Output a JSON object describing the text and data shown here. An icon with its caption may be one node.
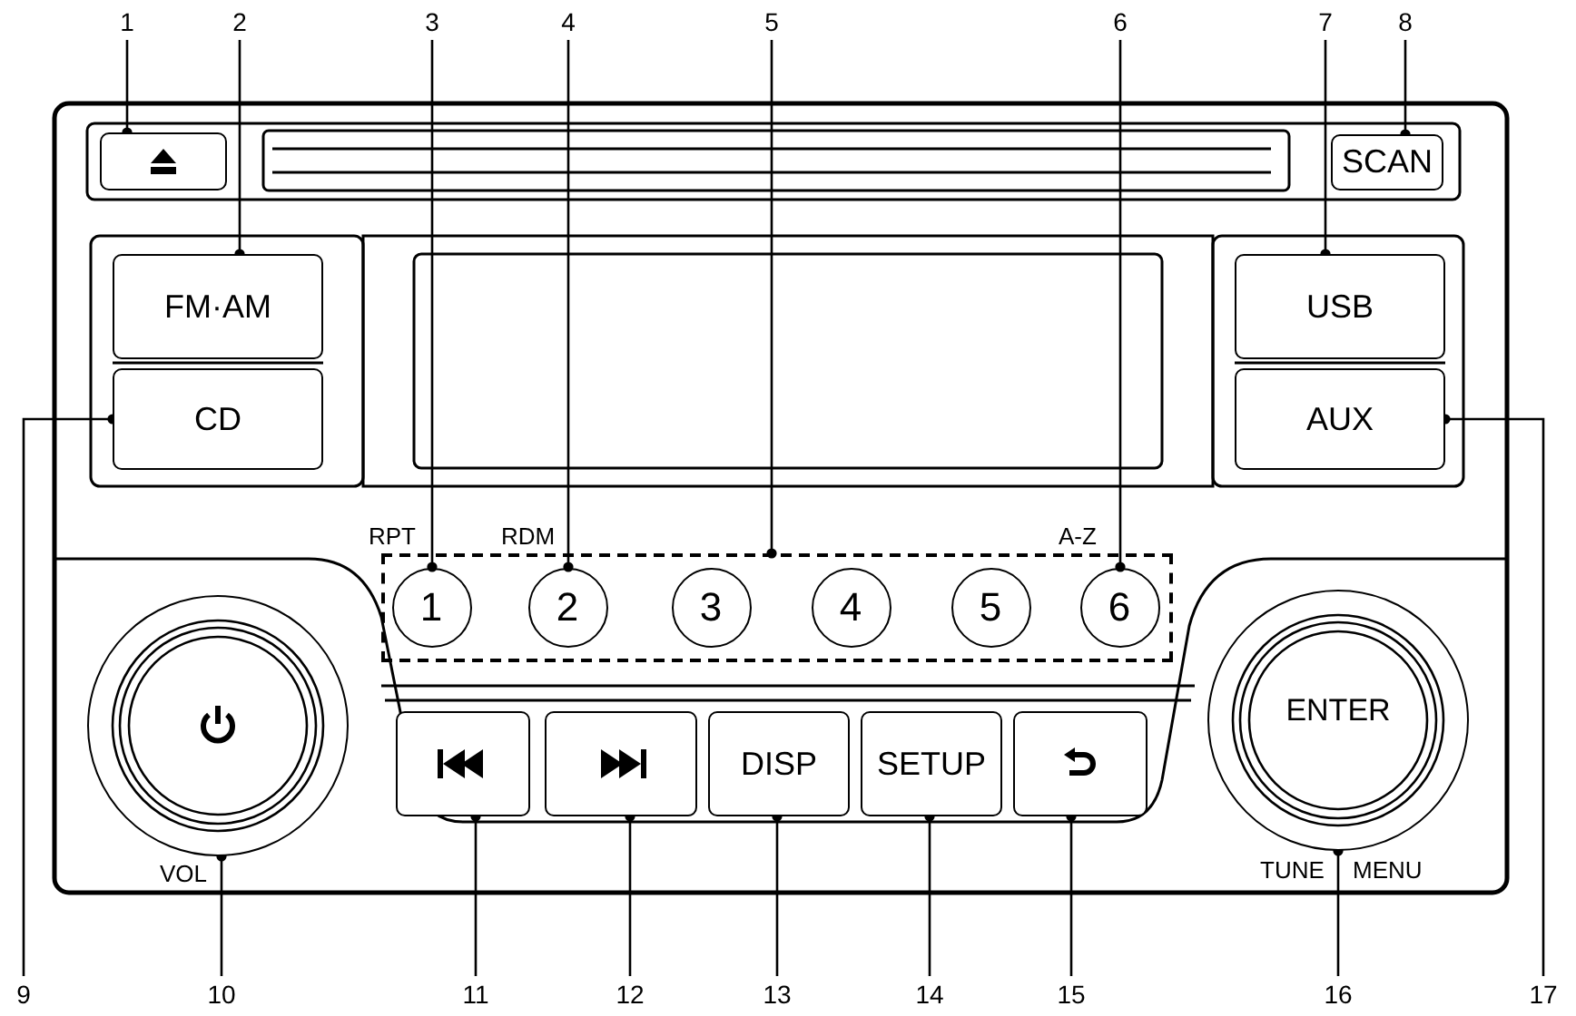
{
  "diagram": {
    "nodes": [
      {
        "text": [
          "1"
        ]
      },
      {
        "text": [
          "2"
        ]
      },
      {
        "text": [
          "3"
        ]
      },
      {
        "text": [
          "4"
        ]
      },
      {
        "text": [
          "5"
        ]
      },
      {
        "text": [
          "6"
        ]
      },
      {
        "text": [
          "7"
        ]
      },
      {
        "text": [
          "8"
        ]
      },
      {
        "text": [
          "9"
        ]
      },
      {
        "text": [
          "10"
        ]
      },
      {
        "text": [
          "11"
        ]
      },
      {
        "text": [
          "12"
        ]
      },
      {
        "text": [
          "13"
        ]
      },
      {
        "text": [
          "14"
        ]
      },
      {
        "text": [
          "15"
        ]
      },
      {
        "text": [
          "16"
        ]
      },
      {
        "text": [
          "17"
        ]
      },
      {
        "text": [],
        "shape": "box"
      },
      {
        "text": [
          "FM·AM"
        ]
      },
      {
        "text": [
          "CD"
        ]
      },
      {
        "text": [
          "SCAN"
        ]
      },
      {
        "text": [
          "USB"
        ]
      },
      {
        "text": [
          "AUX"
        ]
      },
      {
        "text": [],
        "shape": "box"
      },
      {
        "text": [
          "1"
        ],
        "in": 23,
        "beside": [
          "RPT"
        ]
      },
      {
        "text": [
          "2"
        ],
        "in": 23,
        "beside": [
          "RDM"
        ]
      },
      {
        "text": [
          "3"
        ],
        "in": 23
      },
      {
        "text": [
          "4"
        ],
        "in": 23
      },
      {
        "text": [
          "5"
        ],
        "in": 23
      },
      {
        "text": [
          "6"
        ],
        "in": 23,
        "beside": [
          "A-Z"
        ]
      },
      {
        "text": [],
        "shape": "circle",
        "beside": [
          "VOL"
        ]
      },
      {
        "text": [],
        "shape": "box"
      },
      {
        "text": [],
        "shape": "box"
      },
      {
        "text": [
          "DISP"
        ]
      },
      {
        "text": [
          "SETUP"
        ]
      },
      {
        "text": [],
        "shape": "box"
      },
      {
        "text": [
          "ENTER"
        ],
        "beside": [
          "TUNE MENU"
        ]
      }
    ],
    "edges": [
      {
        "from": 0,
        "to": 17,
        "arrow": "other"
      },
      {
        "from": 1,
        "to": 18,
        "arrow": "other"
      },
      {
        "from": 2,
        "to": 24,
        "arrow": "other"
      },
      {
        "from": 3,
        "to": 25,
        "arrow": "other"
      },
      {
        "from": 4,
        "to": 23,
        "arrow": "other"
      },
      {
        "from": 5,
        "to": 29,
        "arrow": "other"
      },
      {
        "from": 6,
        "to": 21,
        "arrow": "other"
      },
      {
        "from": 7,
        "to": 20,
        "arrow": "other"
      },
      {
        "from": 8,
        "to": 19,
        "arrow": "other"
      },
      {
        "from": 9,
        "to": 30,
        "arrow": "other"
      },
      {
        "from": 10,
        "to": 31,
        "arrow": "other"
      },
      {
        "from": 11,
        "to": 32,
        "arrow": "other"
      },
      {
        "from": 12,
        "to": 33,
        "arrow": "other"
      },
      {
        "from": 13,
        "to": 34,
        "arrow": "other"
      },
      {
        "from": 14,
        "to": 35,
        "arrow": "other"
      },
      {
        "from": 15,
        "to": 36,
        "arrow": "other"
      },
      {
        "from": 16,
        "to": 22,
        "arrow": "other"
      }
    ]
  }
}
